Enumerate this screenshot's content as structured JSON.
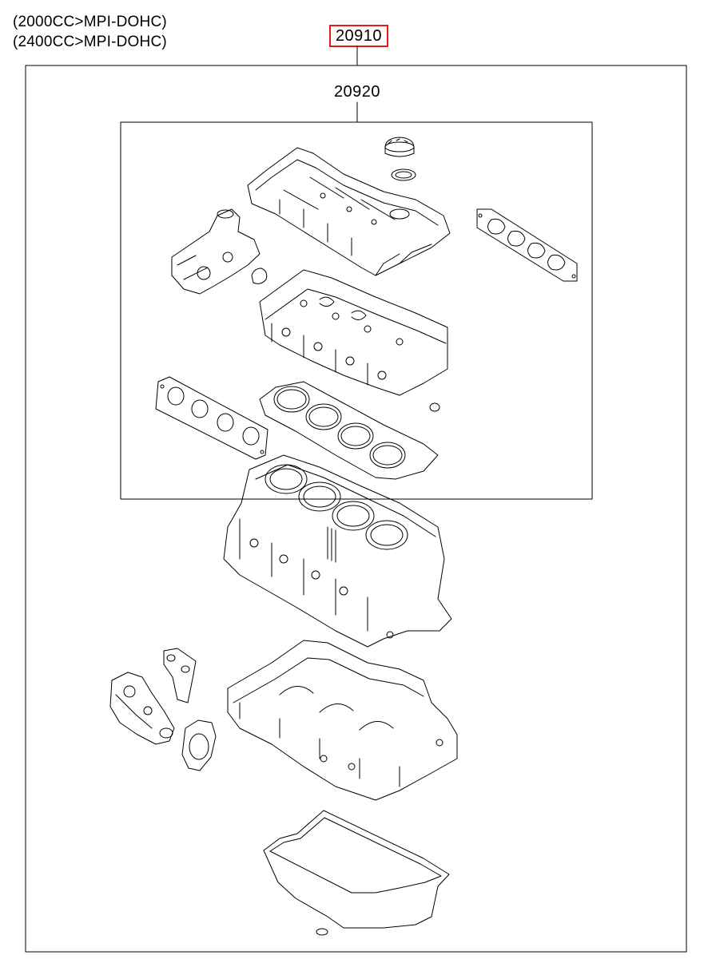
{
  "engine_notes": [
    "(2000CC>MPI-DOHC)",
    "(2400CC>MPI-DOHC)"
  ],
  "callouts": {
    "main_part_number": "20910",
    "sub_part_number": "20920"
  },
  "colors": {
    "highlight_border": "#e41a1a",
    "line": "#000000"
  },
  "parts_shown": [
    "thermostat-housing",
    "cylinder-head-cover",
    "oil-filler-cap",
    "oil-filler-cap-seal",
    "exhaust-manifold-gasket",
    "cylinder-head",
    "intake-manifold-gasket",
    "cylinder-head-gasket",
    "cylinder-block",
    "water-pump",
    "water-pump-gasket",
    "lower-crankcase",
    "oil-pan"
  ]
}
